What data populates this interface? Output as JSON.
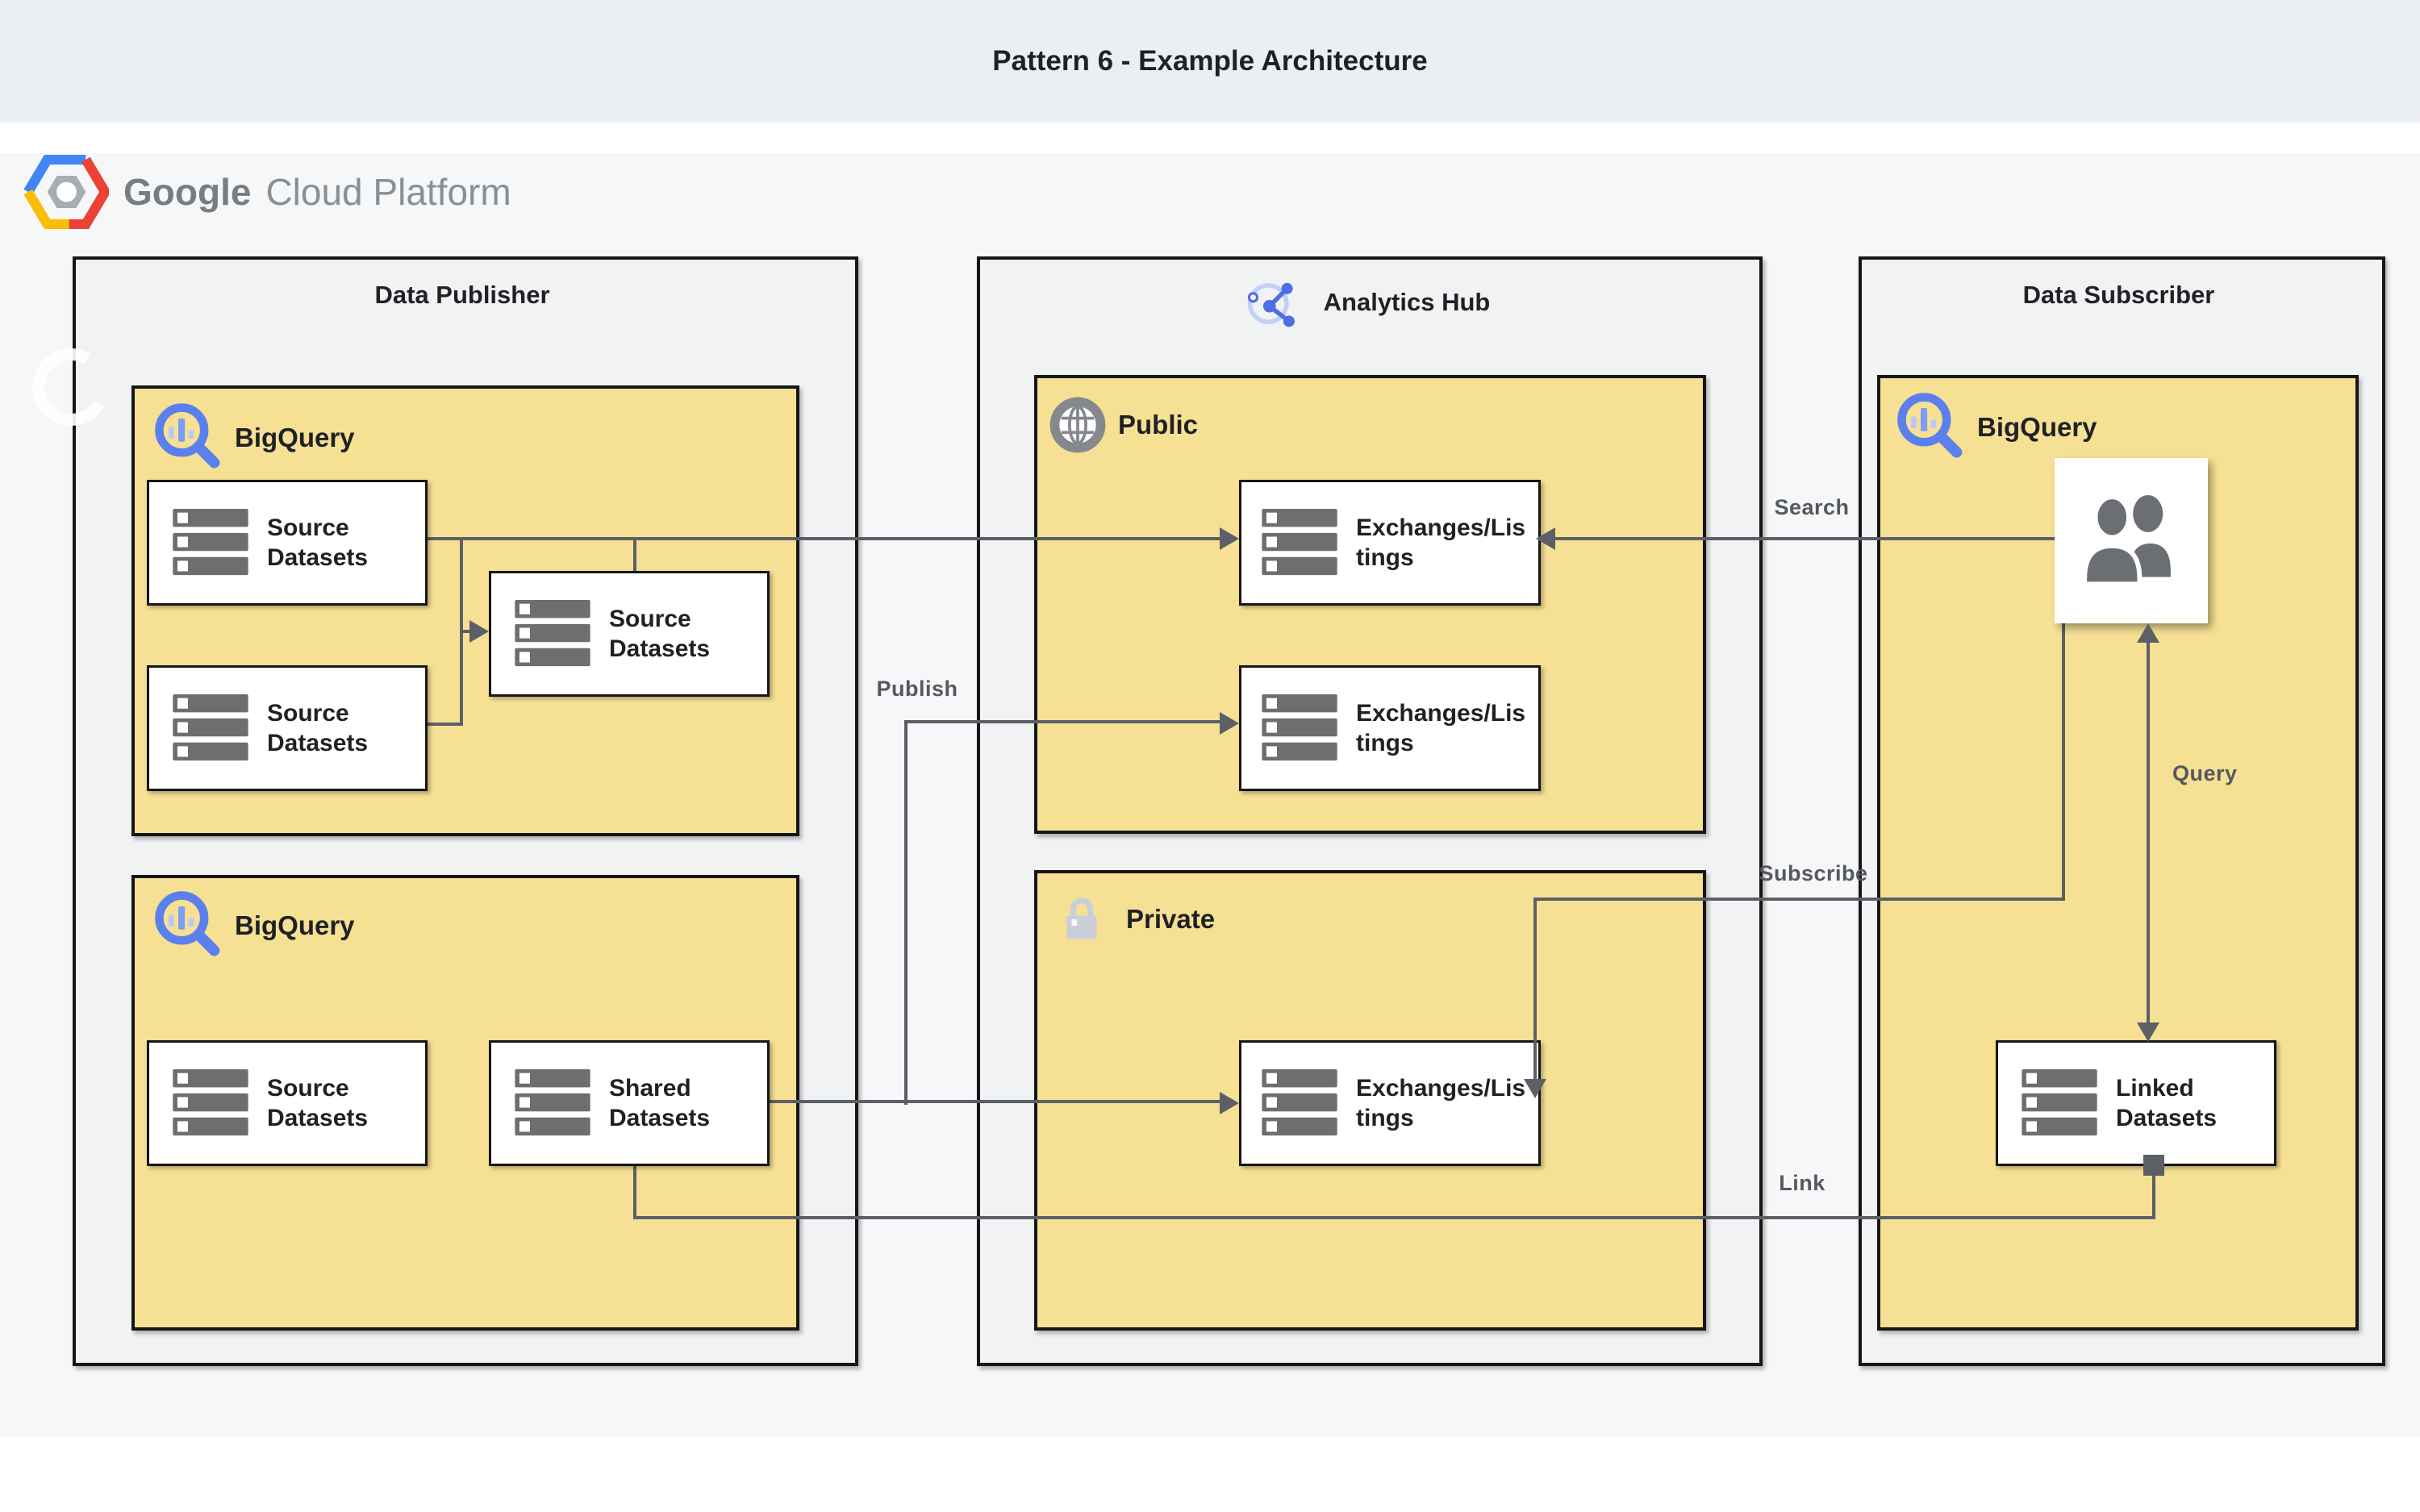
{
  "page": {
    "title": "Pattern 6 - Example Architecture"
  },
  "logo": {
    "brand_bold": "Google",
    "brand_rest": "Cloud Platform"
  },
  "containers": {
    "publisher": {
      "title": "Data Publisher"
    },
    "hub": {
      "title": "Analytics Hub"
    },
    "subscriber": {
      "title": "Data Subscriber"
    }
  },
  "groups": {
    "bq_publisher_top": {
      "label": "BigQuery"
    },
    "bq_publisher_bottom": {
      "label": "BigQuery"
    },
    "bq_subscriber": {
      "label": "BigQuery"
    },
    "public": {
      "label": "Public"
    },
    "private": {
      "label": "Private"
    }
  },
  "nodes": {
    "src_a": {
      "label": "Source Datasets"
    },
    "src_b": {
      "label": "Source Datasets"
    },
    "src_c": {
      "label": "Source Datasets"
    },
    "src_d": {
      "label": "Source Datasets"
    },
    "shared": {
      "label": "Shared Datasets"
    },
    "ex_public_1": {
      "label": "Exchanges/Listings"
    },
    "ex_public_2": {
      "label": "Exchanges/Listings"
    },
    "ex_private": {
      "label": "Exchanges/Listings"
    },
    "linked": {
      "label": "Linked Datasets"
    }
  },
  "edges": {
    "publish": "Publish",
    "search": "Search",
    "subscribe": "Subscribe",
    "query": "Query",
    "link": "Link"
  },
  "colors": {
    "band": "#ECEFF1",
    "canvas": "#F6F7F8",
    "container_fill": "#F0F2F4",
    "group_fill": "#F6E094",
    "border": "#161616",
    "edge_line": "#5C6066",
    "node_text": "#1F2124",
    "edge_label": "#55595E",
    "bigquery_blue": "#5B80EE",
    "bigquery_blue_light": "#B9C9F7",
    "icon_gray": "#6E6E6E",
    "globe_gray": "#85898D",
    "lock_silver": "#C9CFDA"
  }
}
